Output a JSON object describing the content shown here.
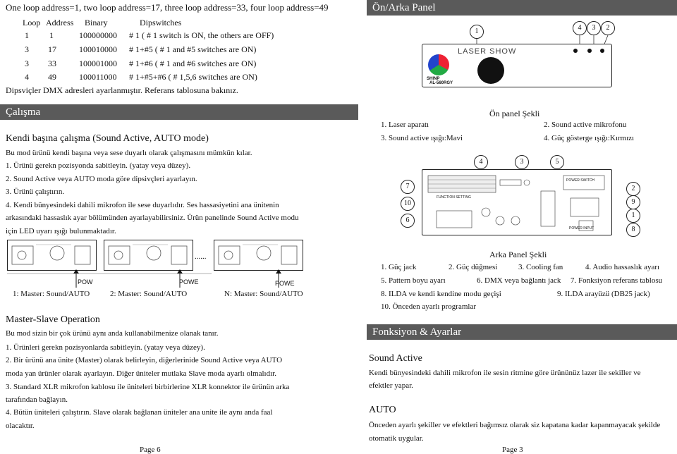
{
  "left_page": {
    "intro": "One loop address=1, two loop address=17, three loop address=33, four loop address=49",
    "table": {
      "headers": [
        "Loop",
        "Address",
        "Binary",
        "Dipswitches"
      ],
      "rows": [
        [
          "1",
          "1",
          "100000000",
          "# 1 ( # 1 switch is ON, the others are OFF)"
        ],
        [
          "3",
          "17",
          "100010000",
          "# 1+#5 ( # 1 and #5 switches are ON)"
        ],
        [
          "3",
          "33",
          "100001000",
          "# 1+#6 ( # 1 and #6 switches are ON)"
        ],
        [
          "4",
          "49",
          "100011000",
          "# 1+#5+#6 ( # 1,5,6 switches are ON)"
        ]
      ]
    },
    "dip_note": "Dipsviçler DMX adresleri ayarlanmıştır. Referans tablosuna bakınız.",
    "section_title": "Çalışma",
    "auto_heading": "Kendi başına çalışma (Sound Active, AUTO mode)",
    "auto_lines": [
      "Bu mod ürünü kendi başına veya sese duyarlı olarak çalışmasını mümkün kılar.",
      "1. Ürünü gerekn pozisyonda sabitleyin. (yatay veya düzey).",
      "2. Sound Active veya AUTO moda göre dipsivçleri ayarlayın.",
      "3. Ürünü çalıştırın.",
      "4. Kendi bünyesindeki dahili mikrofon ile sese duyarlıdır. Ses hassasiyetini ana ünitenin",
      "arkasındaki hassaslık ayar bölümünden ayarlayabilirsiniz. Ürün panelinde Sound Active modu",
      "için LED uyarı ışığı bulunmaktadır."
    ],
    "diagram_dots": "......",
    "power_labels": [
      "POW",
      "POWE",
      "POWE"
    ],
    "unit_captions": [
      "1: Master: Sound/AUTO",
      "2: Master: Sound/AUTO",
      "N: Master: Sound/AUTO"
    ],
    "ms_heading": "Master-Slave Operation",
    "ms_lines": [
      "Bu mod sizin bir çok ürünü aynı anda kullanabilmenize olanak tanır.",
      "1. Ürünleri gerekn pozisyonlarda sabitleyin. (yatay veya düzey).",
      "2. Bir ürünü ana ünite (Master) olarak belirleyin, diğerlerinide Sound Active veya AUTO",
      "moda yan ürünler olarak ayarlayın. Diğer üniteler mutlaka Slave moda ayarlı olmalıdır.",
      "3. Standard XLR mikrofon kablosu ile üniteleri birbirlerine XLR konnektor ile ürünün arka",
      "tarafından bağlayın.",
      "4. Bütün üniteleri çalıştırın. Slave olarak bağlanan üniteler ana unite ile aynı anda faal",
      "olacaktır."
    ],
    "page": "Page  6"
  },
  "right_page": {
    "front_title": "Ön/Arka Panel",
    "front_numbers": [
      "1",
      "4",
      "3",
      "2"
    ],
    "front_panel_text": "LASER SHOW",
    "front_brand": "SHINP",
    "front_model": "AL-560RGY",
    "front_caption": "Ön panel Şekli",
    "front_items": [
      "1. Laser aparatı",
      "2. Sound active mikrofonu",
      "3. Sound active ışığı:Mavi",
      "4. Güç gösterge ışığı:Kırmızı"
    ],
    "rear_numbers_top": [
      "4",
      "3",
      "5"
    ],
    "rear_numbers_left": [
      "7",
      "10",
      "6"
    ],
    "rear_numbers_right": [
      "2",
      "9",
      "1",
      "8"
    ],
    "rear_panel_labels": [
      "FUNCTION SETTING",
      "POWER SWITCH",
      "POWER INPUT"
    ],
    "rear_caption": "Arka Panel Şekli",
    "rear_items_row1": [
      "1. Güç jack",
      "2. Güç düğmesi",
      "3. Cooling fan",
      "4. Audio hassaslık ayarı"
    ],
    "rear_items_row2": [
      "5. Pattern boyu ayarı",
      "6. DMX veya bağlantı jack",
      "7. Fonksiyon referans tablosu"
    ],
    "rear_items_row3": [
      "8. ILDA ve kendi kendine modu geçişi",
      "9. ILDA arayüzü (DB25 jack)"
    ],
    "rear_items_row4": [
      "10. Önceden ayarlı programlar"
    ],
    "func_title": "Fonksiyon & Ayarlar",
    "sound_heading": "Sound Active",
    "sound_lines": [
      "Kendi bünyesindeki dahili mikrofon ile sesin ritmine göre ürününüz lazer ile sekiller ve",
      "efektler yapar."
    ],
    "auto_heading": "AUTO",
    "auto_lines": [
      "Önceden ayarlı şekiller ve efektleri bağımsız olarak siz kapatana kadar kapanmayacak şekilde",
      "otomatik uygular."
    ],
    "page": "Page  3"
  }
}
